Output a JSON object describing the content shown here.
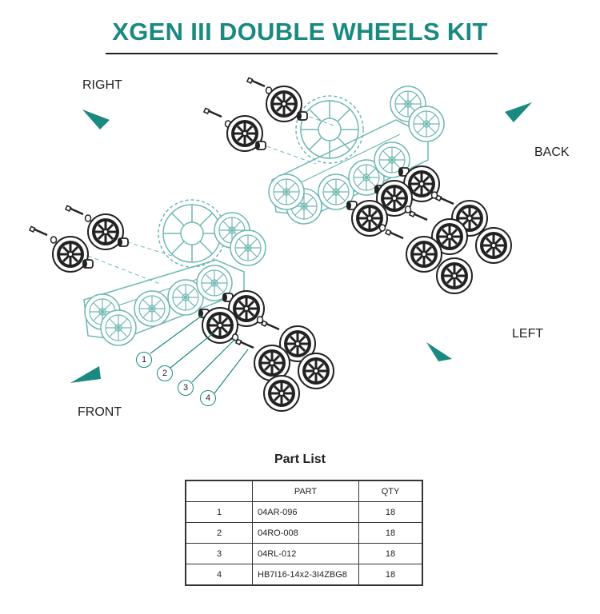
{
  "title": "XGEN III   DOUBLE WHEELS KIT",
  "directions": {
    "right": "RIGHT",
    "back": "BACK",
    "left": "LEFT",
    "front": "FRONT"
  },
  "callouts": [
    "1",
    "2",
    "3",
    "4"
  ],
  "colors": {
    "title": "#1a8a80",
    "accent": "#1a8a80",
    "line": "#222222"
  },
  "part_list": {
    "heading": "Part List",
    "columns": [
      "",
      "PART",
      "QTY"
    ],
    "rows": [
      [
        "1",
        "04AR-096",
        "18"
      ],
      [
        "2",
        "04RO-008",
        "18"
      ],
      [
        "3",
        "04RL-012",
        "18"
      ],
      [
        "4",
        "HB7I16-14x2-3I4ZBG8",
        "18"
      ]
    ]
  }
}
